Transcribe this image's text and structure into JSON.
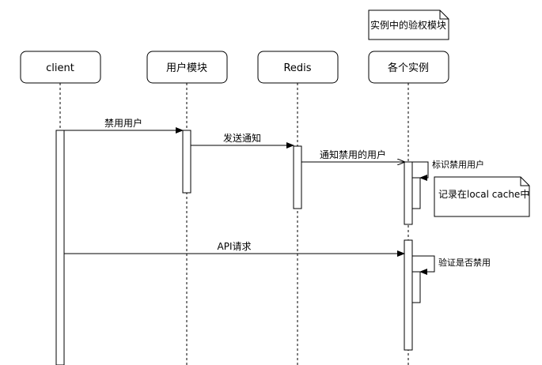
{
  "participants": [
    {
      "id": "client",
      "label": "client"
    },
    {
      "id": "user_module",
      "label": "用户模块"
    },
    {
      "id": "redis",
      "label": "Redis"
    },
    {
      "id": "instances",
      "label": "各个实例"
    }
  ],
  "notes": {
    "top_note": "实例中的验权模块",
    "cache_note": "记录在local cache中"
  },
  "messages": {
    "ban_user": "禁用用户",
    "send_notify": "发送通知",
    "notify_banned": "通知禁用的用户",
    "mark_banned": "标识禁用用户",
    "api_request": "API请求",
    "check_banned": "验证是否禁用"
  }
}
